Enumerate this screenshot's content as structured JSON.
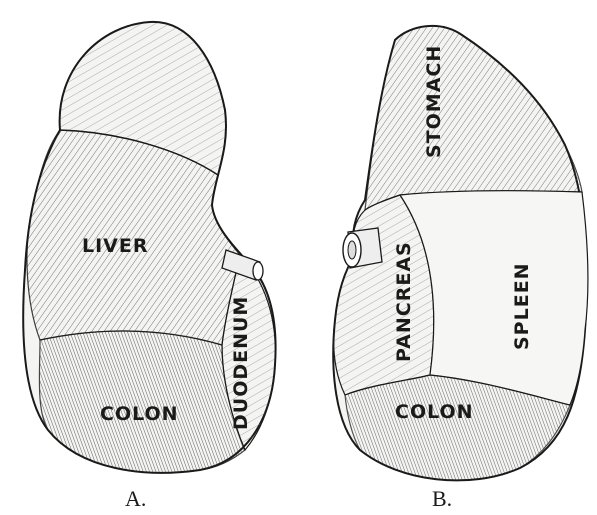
{
  "figure": {
    "panels": [
      {
        "id": "A",
        "caption": "A.",
        "regions": [
          "LIVER",
          "COLON",
          "DUODENUM"
        ]
      },
      {
        "id": "B",
        "caption": "B.",
        "regions": [
          "STOMACH",
          "PANCREAS",
          "SPLEEN",
          "COLON"
        ]
      }
    ]
  }
}
